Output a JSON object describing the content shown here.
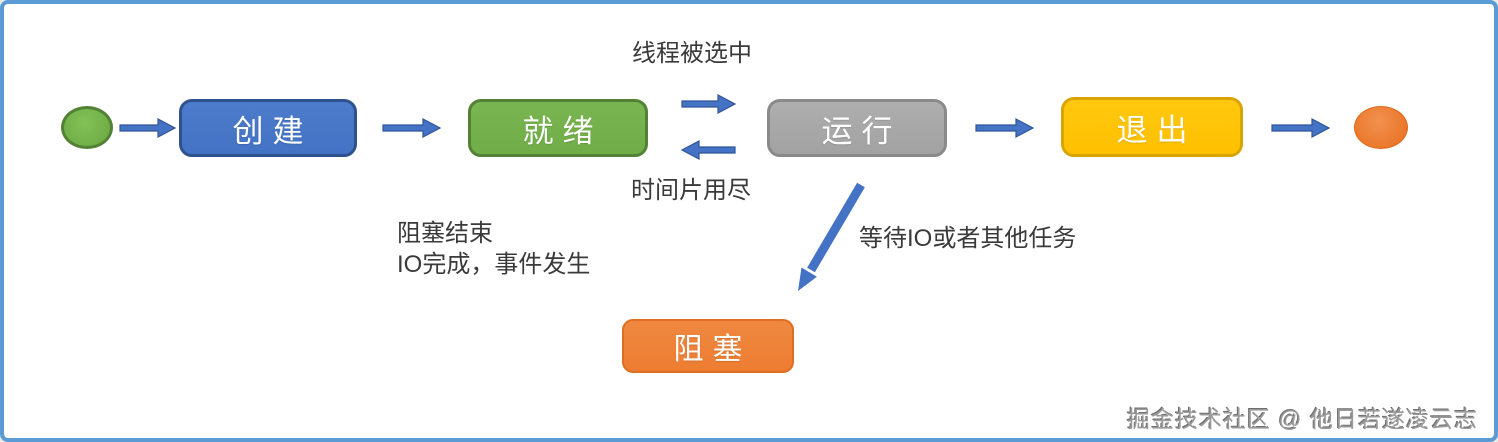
{
  "frame": {
    "background": "#FFFFFF",
    "border_color": "#5B9BD5"
  },
  "nodes": {
    "start_circle": {
      "shape": "ellipse",
      "fill": "#70AD47",
      "border": "#538135"
    },
    "create": {
      "label": "创建",
      "fill": "#4472C4",
      "border": "#2F528F",
      "text_color": "#FFFFFF"
    },
    "ready": {
      "label": "就绪",
      "fill": "#70AD47",
      "border": "#538135",
      "text_color": "#FFFFFF"
    },
    "running": {
      "label": "运行",
      "fill": "#A6A6A6",
      "border": "#8A8A8A",
      "text_color": "#FFFFFF"
    },
    "exit": {
      "label": "退出",
      "fill": "#FFC000",
      "border": "#D8A400",
      "text_color": "#FFFFFF"
    },
    "end_circle": {
      "shape": "ellipse",
      "fill": "#ED7D31"
    },
    "blocked": {
      "label": "阻塞",
      "fill": "#ED7D31",
      "border": "#DE6F22",
      "text_color": "#FFFFFF"
    }
  },
  "edge_labels": {
    "thread_selected": "线程被选中",
    "time_slice_exhausted": "时间片用尽",
    "block_end": "阻塞结束\nIO完成，事件发生",
    "wait_io": "等待IO或者其他任务"
  },
  "arrows": {
    "fill": "#4472C4",
    "outline": "#2F5597",
    "list": [
      "start-to-create",
      "create-to-ready",
      "ready-to-running",
      "running-to-ready",
      "running-to-exit",
      "exit-to-end",
      "running-to-blocked"
    ]
  },
  "watermark": {
    "text": "掘金技术社区 @ 他日若遂凌云志",
    "color": "#9A9A9A"
  }
}
